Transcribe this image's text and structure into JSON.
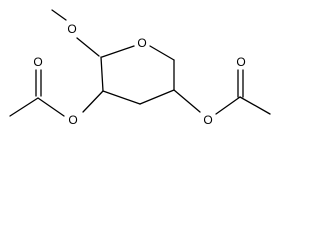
{
  "molecule": {
    "labels": {
      "methoxy_oxygen": "O",
      "ring_oxygen": "O",
      "acetate_left_carbonyl_oxygen": "O",
      "acetate_left_ester_oxygen": "O",
      "acetate_right_carbonyl_oxygen": "O",
      "acetate_right_ester_oxygen": "O"
    },
    "colors": {
      "bond": "#000000",
      "label": "#000000",
      "background": "#ffffff"
    }
  }
}
